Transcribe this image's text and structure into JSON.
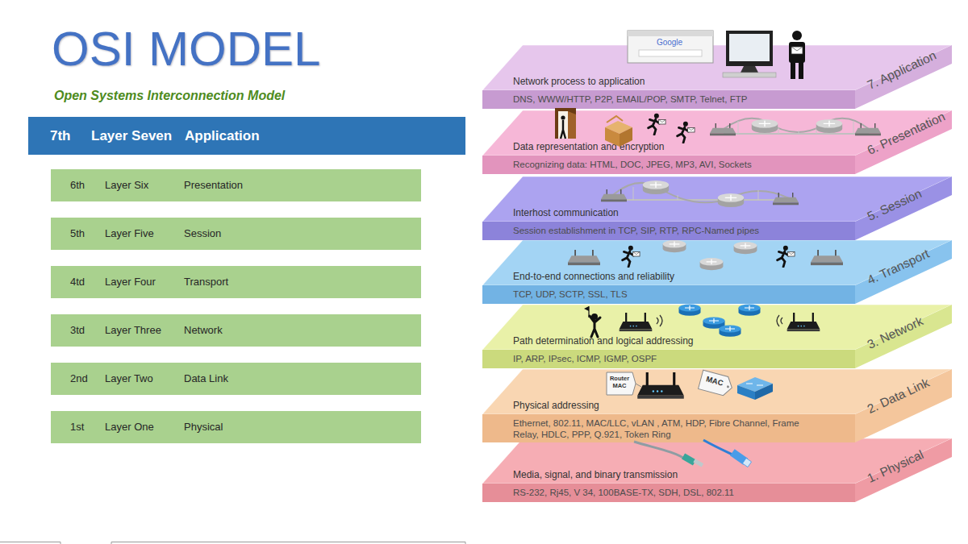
{
  "diagram": {
    "title": "OSI MODEL",
    "nodes": [
      {
        "text": [
          "7th",
          "Layer Seven",
          "Application"
        ]
      },
      {
        "text": [
          "6th",
          "Layer Six",
          "Presentation"
        ]
      },
      {
        "text": [
          "5th",
          "Layer Five",
          "Session"
        ]
      },
      {
        "text": [
          "4td",
          "Layer Four",
          "Transport"
        ]
      },
      {
        "text": [
          "3td",
          "Layer Three",
          "Network"
        ]
      },
      {
        "text": [
          "2nd",
          "Layer Two",
          "Data Link"
        ]
      },
      {
        "text": [
          "1st",
          "Layer One",
          "Physical"
        ]
      },
      {
        "text": [
          "Network process to application",
          "DNS, WWW/HTTP, P2P, EMAIL/POP, SMTP, Telnet, FTP",
          "7. Application"
        ]
      },
      {
        "text": [
          "Data representation and encryption",
          "Recognizing data: HTML, DOC, JPEG, MP3, AVI, Sockets",
          "6. Presentation"
        ]
      },
      {
        "text": [
          "Interhost communication",
          "Session establishment in TCP, SIP, RTP, RPC-Named pipes",
          "5. Session"
        ]
      },
      {
        "text": [
          "End-to-end connections and reliability",
          "TCP, UDP, SCTP, SSL, TLS",
          "4. Transport"
        ]
      },
      {
        "text": [
          "Path determination and logical addressing",
          "IP, ARP, IPsec, ICMP, IGMP, OSPF",
          "3. Network"
        ]
      },
      {
        "text": [
          "Physical addressing",
          "Ethernet, 802.11, MAC/LLC, vLAN , ATM, HDP, Fibre Channel, Frame Relay, HDLC, PPP, Q.921, Token Ring",
          "2. Data Link"
        ]
      },
      {
        "text": [
          "Media, signal, and binary transmission",
          "RS-232, Rj45, V 34, 100BASE-TX, SDH, DSL, 802.11",
          "1. Physical"
        ]
      }
    ],
    "labels": [
      "Open Systems Interconnection Model",
      "Google",
      "Router MAC",
      "MAC"
    ]
  }
}
